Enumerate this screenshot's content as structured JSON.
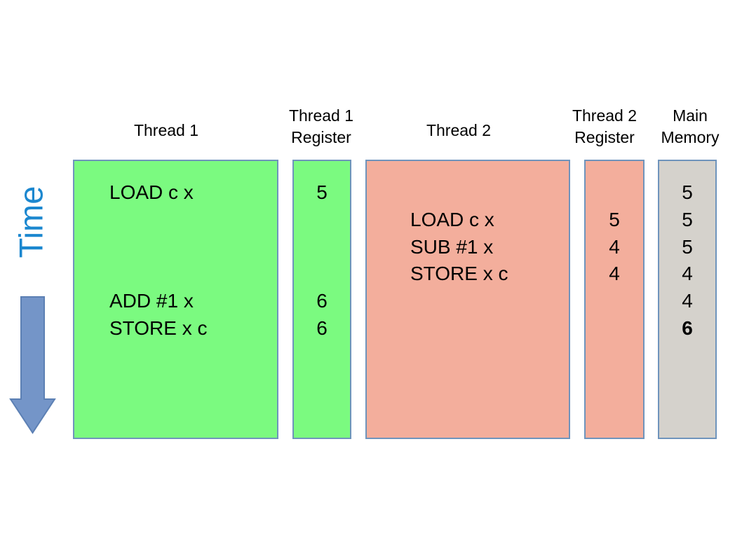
{
  "diagram": {
    "description_rows": 6,
    "time_axis": {
      "label": "Time"
    },
    "headers": {
      "thread1": "Thread 1",
      "thread1_register": "Thread 1\nRegister",
      "thread2": "Thread 2",
      "thread2_register": "Thread 2\nRegister",
      "main_memory": "Main\nMemory"
    },
    "columns": {
      "thread1": {
        "rows": [
          "LOAD c x",
          "",
          "",
          "",
          "ADD #1 x",
          "STORE x c"
        ]
      },
      "thread1_register": {
        "rows": [
          "5",
          "",
          "",
          "",
          "6",
          "6"
        ]
      },
      "thread2": {
        "rows": [
          "",
          "LOAD c x",
          "SUB #1 x",
          "STORE x c",
          "",
          ""
        ]
      },
      "thread2_register": {
        "rows": [
          "",
          "5",
          "4",
          "4",
          "",
          ""
        ]
      },
      "main_memory": {
        "rows": [
          "5",
          "5",
          "5",
          "4",
          "4",
          "6"
        ],
        "bold_rows": [
          5
        ]
      }
    },
    "colors": {
      "thread1_fill": "#7bfa80",
      "thread2_fill": "#f3ae9c",
      "memory_fill": "#d5d2cc",
      "box_border": "#6f94bc",
      "time_label": "#1b87cf",
      "arrow_fill": "#7495c8",
      "arrow_border": "#5c80b4",
      "text": "#000000"
    }
  }
}
